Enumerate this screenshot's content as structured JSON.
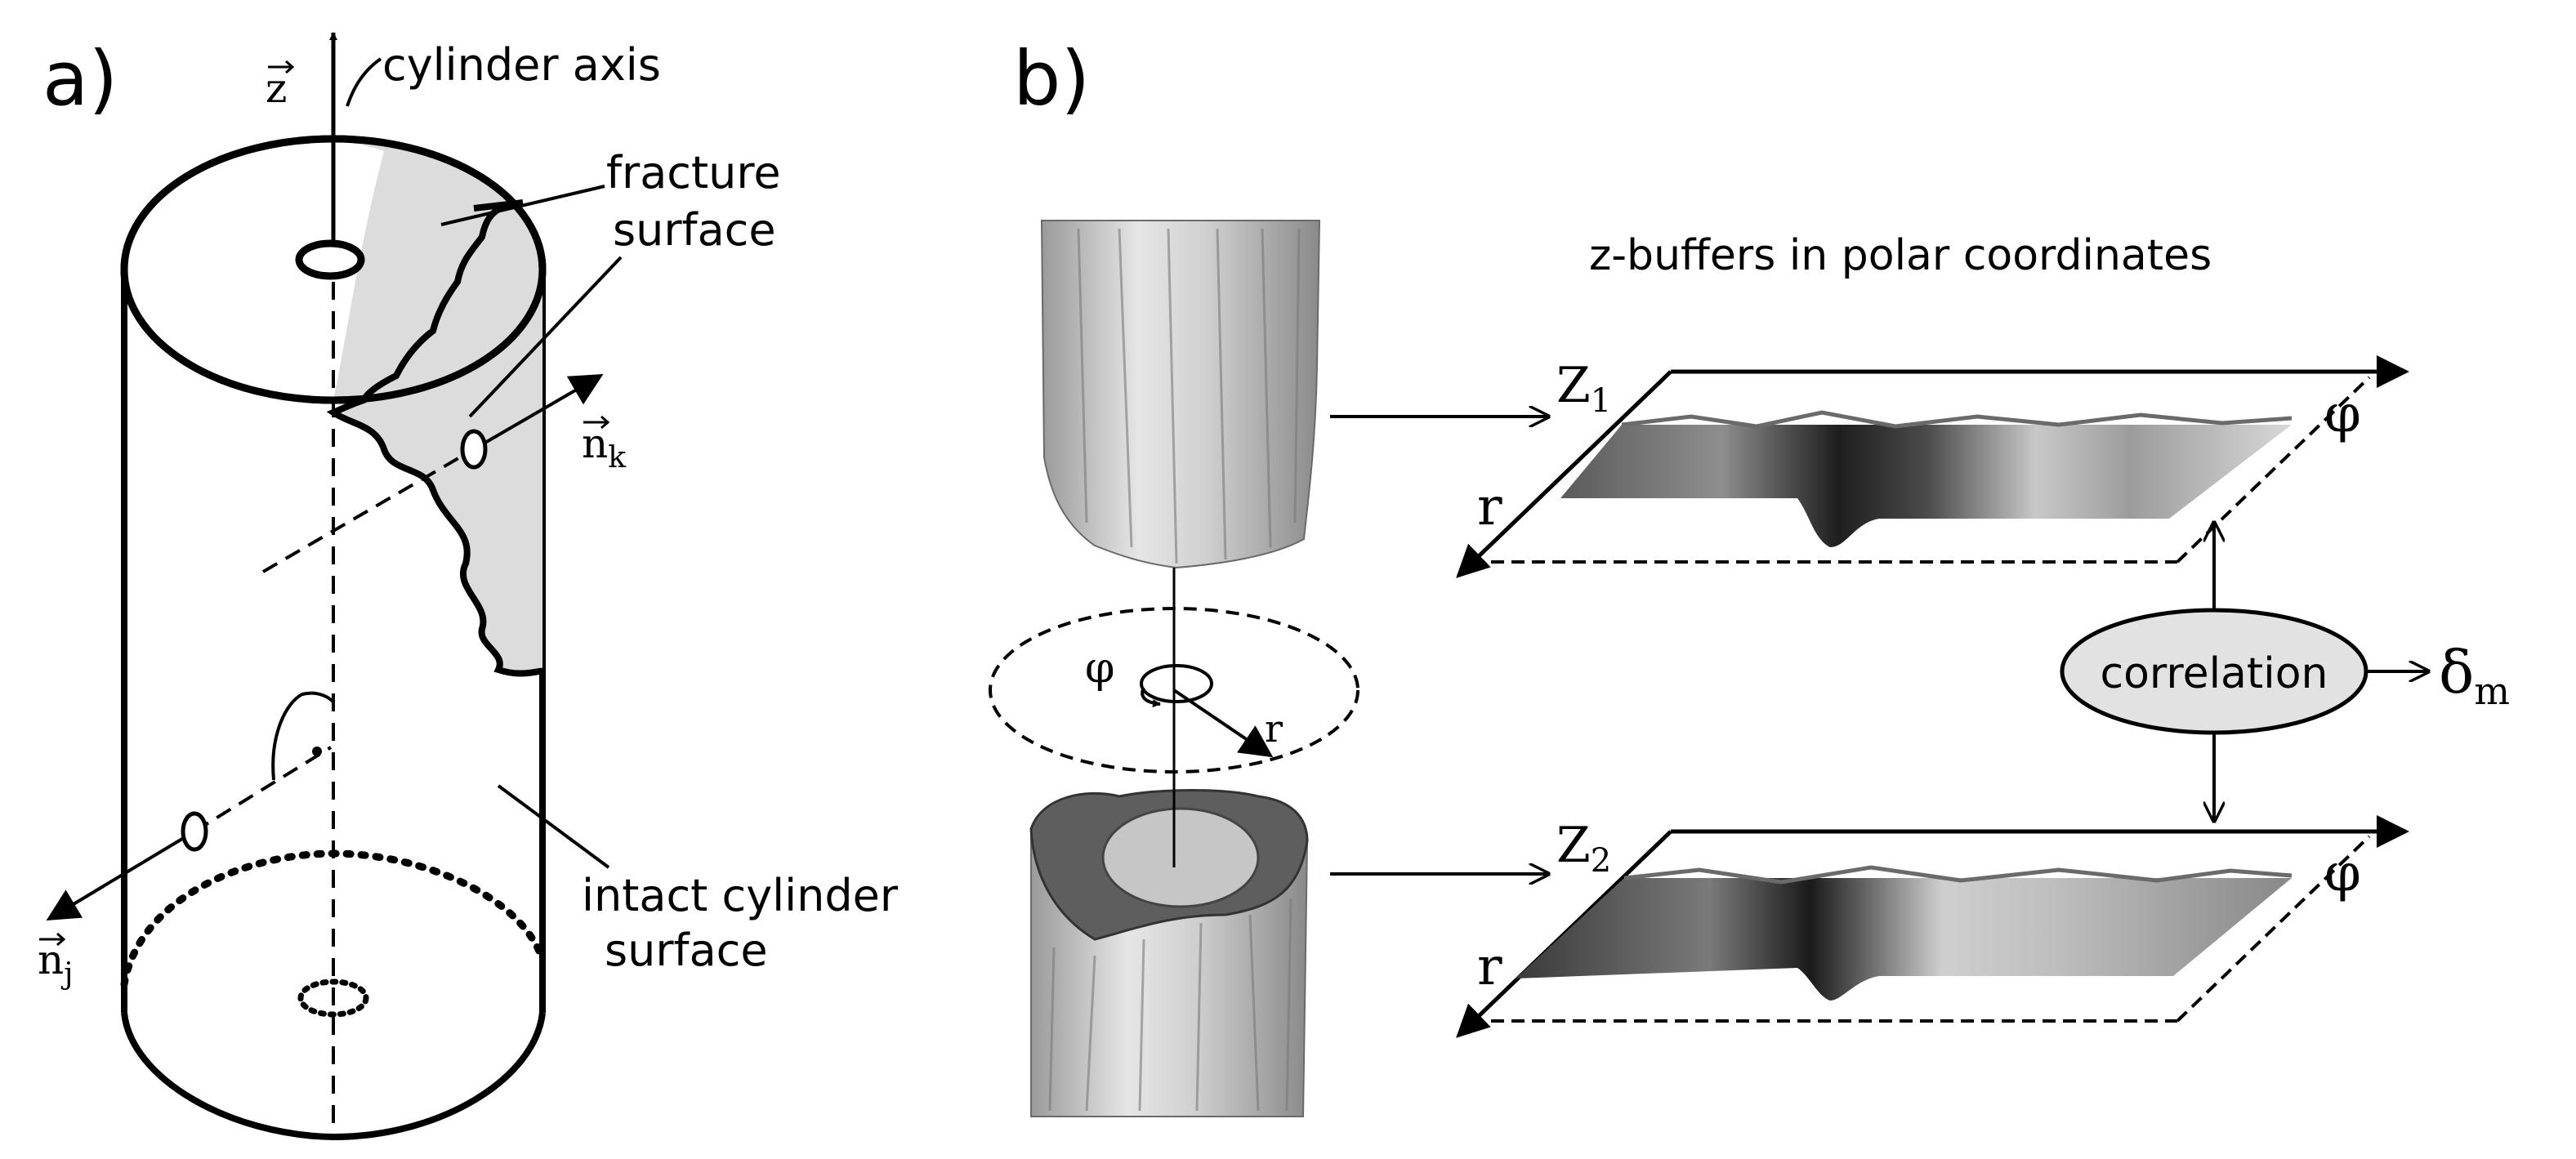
{
  "panel_a": {
    "label": "a)",
    "axis_vector": "z",
    "axis_label": "cylinder axis",
    "fracture_label_line1": "fracture",
    "fracture_label_line2": "surface",
    "normal_k": "n",
    "normal_k_sub": "k",
    "normal_j": "n",
    "normal_j_sub": "j",
    "intact_label_line1": "intact cylinder",
    "intact_label_line2": "surface"
  },
  "panel_b": {
    "label": "b)",
    "heading": "z-buffers in polar coordinates",
    "buffer1": {
      "symbol": "Z",
      "subscript": "1",
      "r": "r",
      "phi": "φ"
    },
    "buffer2": {
      "symbol": "Z",
      "subscript": "2",
      "r": "r",
      "phi": "φ"
    },
    "polar_phi": "φ",
    "polar_r": "r",
    "correlation_label": "correlation",
    "output_symbol": "δ",
    "output_subscript": "m"
  },
  "colors": {
    "ink": "#000000",
    "surface_fill": "#dcdcdc",
    "ellipse_fill": "#e2e2e2",
    "background": "#ffffff"
  }
}
